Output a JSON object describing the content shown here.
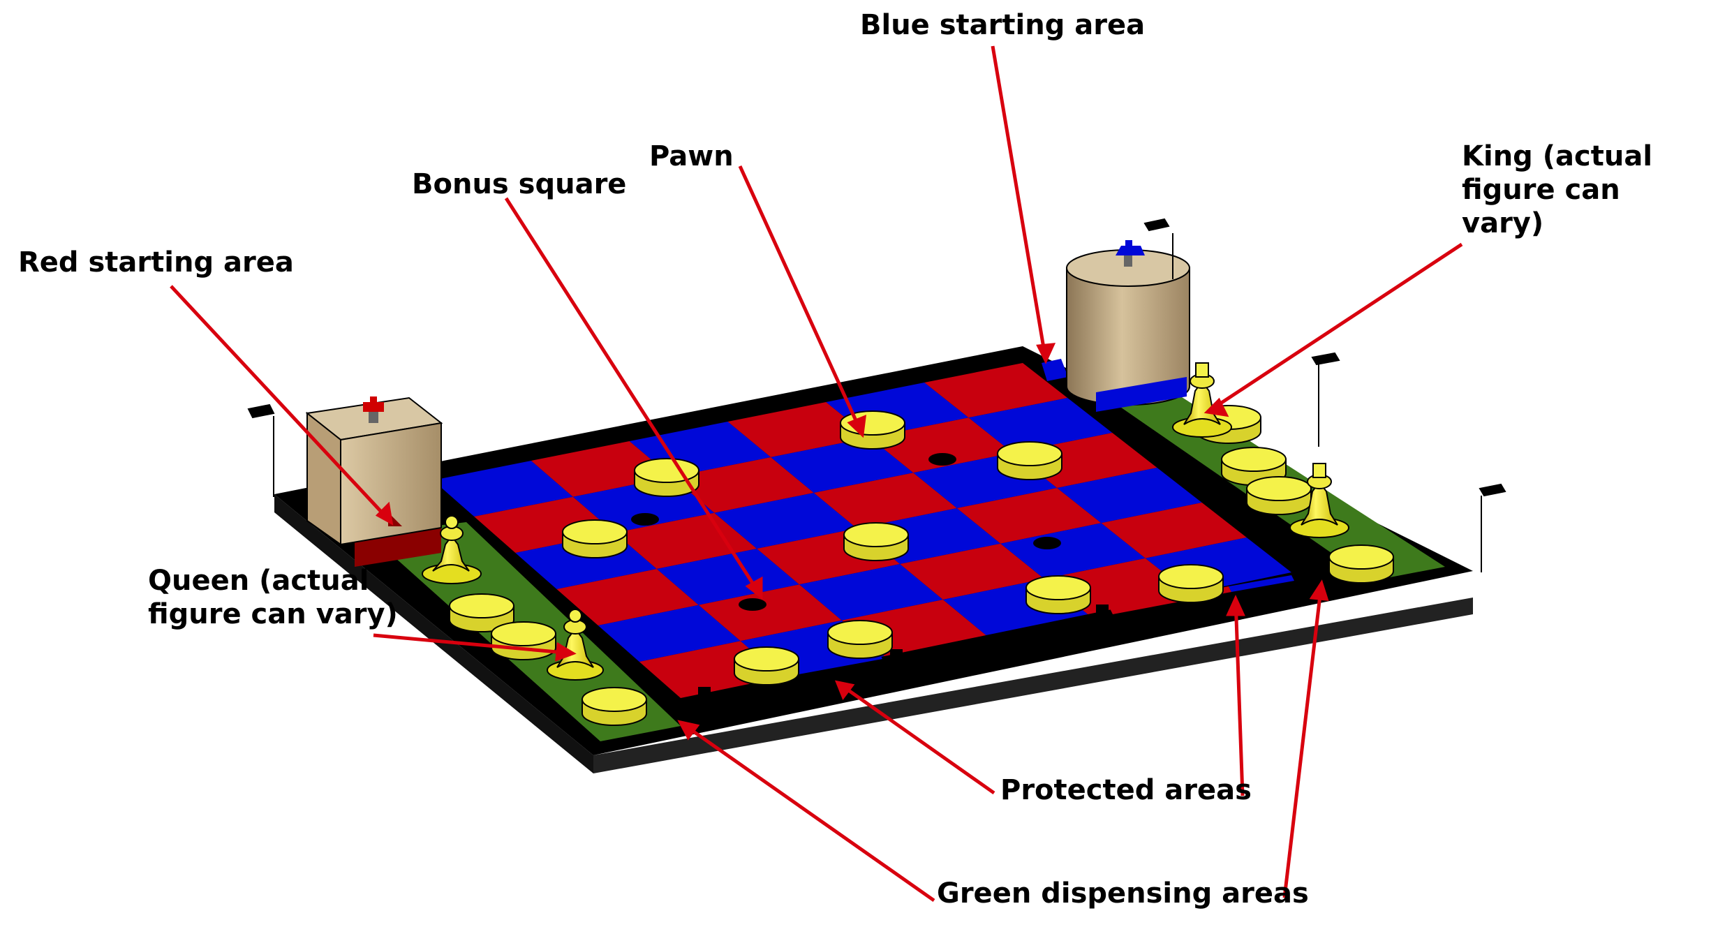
{
  "labels": {
    "blue_start": "Blue starting area",
    "pawn": "Pawn",
    "bonus": "Bonus square",
    "red_start": "Red starting area",
    "king": "King (actual figure can vary)",
    "queen": "Queen (actual figure can vary)",
    "protected": "Protected areas",
    "green_dispensing": "Green dispensing areas"
  },
  "colors": {
    "board_red": "#c8000e",
    "board_blue": "#0008d8",
    "board_frame": "#000000",
    "dispensing_green": "#3e7a1c",
    "pawn_yellow": "#f4f24a",
    "pawn_outline": "#000000",
    "starting_box": "#c8b08a",
    "leader_lines": "#d8000e"
  },
  "board": {
    "rows": 6,
    "columns": 6,
    "first_square": "blue"
  }
}
